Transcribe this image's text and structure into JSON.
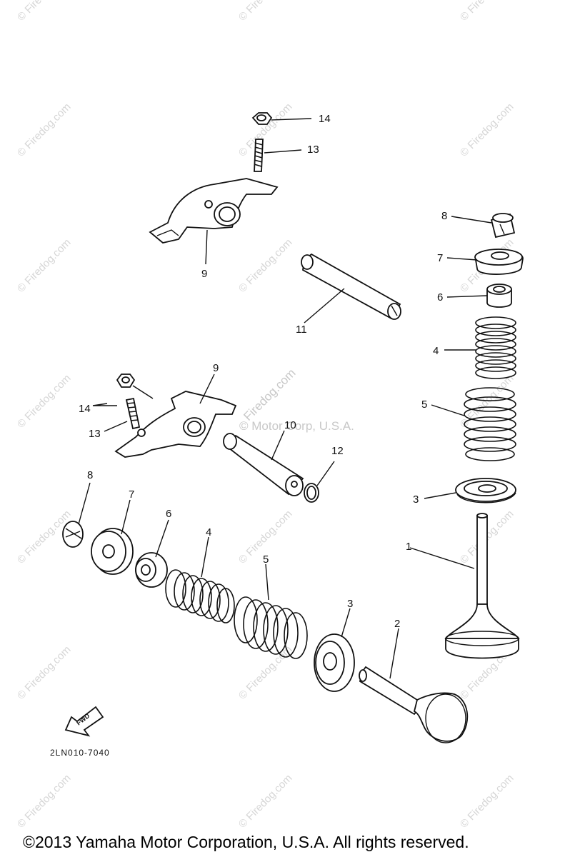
{
  "diagram": {
    "part_number": "2LN010-7040",
    "fwd_label": "FWD",
    "copyright": "©2013 Yamaha Motor Corporation, U.S.A. All rights reserved.",
    "watermark_site": "© Firedog.com",
    "watermark_center": "© Motor Corp, U.S.A.",
    "watermark_center_site": "Firedog.com",
    "callouts": {
      "c14a": "14",
      "c13a": "13",
      "c9a": "9",
      "c11": "11",
      "c8a": "8",
      "c7a": "7",
      "c6a": "6",
      "c4a": "4",
      "c5a": "5",
      "c3a": "3",
      "c1": "1",
      "c9b": "9",
      "c14b": "14",
      "c13b": "13",
      "c10": "10",
      "c12": "12",
      "c8b": "8",
      "c7b": "7",
      "c6b": "6",
      "c4b": "4",
      "c5b": "5",
      "c3b": "3",
      "c2": "2"
    }
  }
}
